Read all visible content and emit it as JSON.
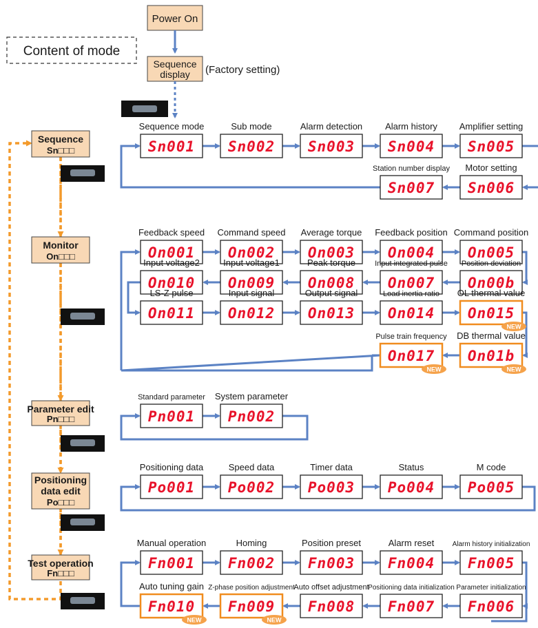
{
  "colors": {
    "flow_line": "#5b82c4",
    "mode_line": "#f39a2b",
    "orange_box_fill": "#f8d8b5",
    "orange_border": "#f08c1e",
    "display_text": "#e8122a",
    "new_badge": "#f5a24a"
  },
  "start": {
    "power_on": "Power On",
    "sequence_display_line1": "Sequence",
    "sequence_display_line2": "display",
    "factory_setting": "(Factory setting)",
    "legend": "Content of mode"
  },
  "modes": [
    {
      "id": "sequence",
      "line1": "Sequence",
      "line2": "",
      "code": "Sn□□□",
      "rows": [
        [
          {
            "label": "Sequence mode",
            "code": "Sn001"
          },
          {
            "label": "Sub mode",
            "code": "Sn002"
          },
          {
            "label": "Alarm detection",
            "code": "Sn003"
          },
          {
            "label": "Alarm history",
            "code": "Sn004"
          },
          {
            "label": "Amplifier setting",
            "code": "Sn005"
          }
        ],
        [
          {
            "label": "",
            "code": ""
          },
          {
            "label": "",
            "code": ""
          },
          {
            "label": "",
            "code": ""
          },
          {
            "label": "Station number display",
            "code": "Sn007"
          },
          {
            "label": "Motor setting",
            "code": "Sn006"
          }
        ]
      ]
    },
    {
      "id": "monitor",
      "line1": "Monitor",
      "line2": "",
      "code": "On□□□",
      "rows": [
        [
          {
            "label": "Feedback speed",
            "code": "On001"
          },
          {
            "label": "Command speed",
            "code": "On002"
          },
          {
            "label": "Average torque",
            "code": "On003"
          },
          {
            "label": "Feedback position",
            "code": "On004"
          },
          {
            "label": "Command position",
            "code": "On005"
          }
        ],
        [
          {
            "label": "Input voltage2",
            "code": "On010"
          },
          {
            "label": "Input voltage1",
            "code": "On009"
          },
          {
            "label": "Peak torque",
            "code": "On008"
          },
          {
            "label": "Input integrated pulse",
            "code": "On007"
          },
          {
            "label": "Position deviation",
            "code": "On00b"
          }
        ],
        [
          {
            "label": "LS-Z pulse",
            "code": "On011"
          },
          {
            "label": "Input signal",
            "code": "On012"
          },
          {
            "label": "Output signal",
            "code": "On013"
          },
          {
            "label": "Load inertia ratio",
            "code": "On014"
          },
          {
            "label": "OL thermal value",
            "code": "On015",
            "new": "NEW"
          }
        ],
        [
          {
            "label": "",
            "code": ""
          },
          {
            "label": "",
            "code": ""
          },
          {
            "label": "",
            "code": ""
          },
          {
            "label": "Pulse train frequency",
            "code": "On017",
            "new": "NEW"
          },
          {
            "label": "DB thermal value",
            "code": "On01b",
            "new": "NEW"
          }
        ]
      ]
    },
    {
      "id": "parameter",
      "line1": "Parameter edit",
      "line2": "",
      "code": "Pn□□□",
      "rows": [
        [
          {
            "label": "Standard parameter",
            "code": "Pn001"
          },
          {
            "label": "System parameter",
            "code": "Pn002"
          }
        ]
      ]
    },
    {
      "id": "positioning",
      "line1": "Positioning",
      "line2": "data edit",
      "code": "Po□□□",
      "rows": [
        [
          {
            "label": "Positioning data",
            "code": "Po001"
          },
          {
            "label": "Speed data",
            "code": "Po002"
          },
          {
            "label": "Timer data",
            "code": "Po003"
          },
          {
            "label": "Status",
            "code": "Po004"
          },
          {
            "label": "M code",
            "code": "Po005"
          }
        ]
      ]
    },
    {
      "id": "test",
      "line1": "Test operation",
      "line2": "",
      "code": "Fn□□□",
      "rows": [
        [
          {
            "label": "Manual operation",
            "code": "Fn001"
          },
          {
            "label": "Homing",
            "code": "Fn002"
          },
          {
            "label": "Position preset",
            "code": "Fn003"
          },
          {
            "label": "Alarm reset",
            "code": "Fn004"
          },
          {
            "label": "Alarm history initialization",
            "code": "Fn005"
          }
        ],
        [
          {
            "label": "Auto tuning gain",
            "code": "Fn010",
            "new": "NEW"
          },
          {
            "label": "Z-phase position adjustment",
            "code": "Fn009",
            "new": "NEW"
          },
          {
            "label": "Auto offset adjustment",
            "code": "Fn008"
          },
          {
            "label": "Positioning data initialization",
            "code": "Fn007"
          },
          {
            "label": "Parameter initialization",
            "code": "Fn006"
          }
        ]
      ]
    }
  ]
}
